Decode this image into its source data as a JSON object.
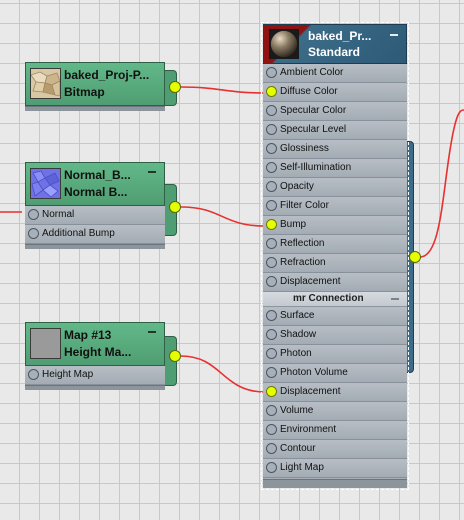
{
  "material": {
    "title": "baked_Pr...",
    "type": "Standard",
    "slots": [
      {
        "label": "Ambient Color",
        "connected": false
      },
      {
        "label": "Diffuse Color",
        "connected": true
      },
      {
        "label": "Specular Color",
        "connected": false
      },
      {
        "label": "Specular Level",
        "connected": false
      },
      {
        "label": "Glossiness",
        "connected": false
      },
      {
        "label": "Self-Illumination",
        "connected": false
      },
      {
        "label": "Opacity",
        "connected": false
      },
      {
        "label": "Filter Color",
        "connected": false
      },
      {
        "label": "Bump",
        "connected": true
      },
      {
        "label": "Reflection",
        "connected": false
      },
      {
        "label": "Refraction",
        "connected": false
      },
      {
        "label": "Displacement",
        "connected": false
      }
    ],
    "section_label": "mr Connection",
    "mr_slots": [
      {
        "label": "Surface",
        "connected": false
      },
      {
        "label": "Shadow",
        "connected": false
      },
      {
        "label": "Photon",
        "connected": false
      },
      {
        "label": "Photon Volume",
        "connected": false
      },
      {
        "label": "Displacement",
        "connected": true
      },
      {
        "label": "Volume",
        "connected": false
      },
      {
        "label": "Environment",
        "connected": false
      },
      {
        "label": "Contour",
        "connected": false
      },
      {
        "label": "Light Map",
        "connected": false
      }
    ]
  },
  "bitmap_node": {
    "title": "baked_Proj-P...",
    "type": "Bitmap",
    "thumbnail": "stone-texture-thumbnail"
  },
  "normal_node": {
    "title": "Normal_B...",
    "type": "Normal B...",
    "inputs": [
      "Normal",
      "Additional Bump"
    ],
    "thumbnail": "normal-map-thumbnail"
  },
  "height_node": {
    "title": "Map #13",
    "type": "Height Ma...",
    "inputs": [
      "Height Map"
    ],
    "thumbnail": "gray-map-thumbnail"
  },
  "colors": {
    "node_header": "#5aaa7e",
    "material_header": "#2e5a76",
    "material_swatch": "#8f1313",
    "socket_active": "#e4ff00",
    "wire": "#e83030",
    "slot_bg": "#adb4bc"
  }
}
